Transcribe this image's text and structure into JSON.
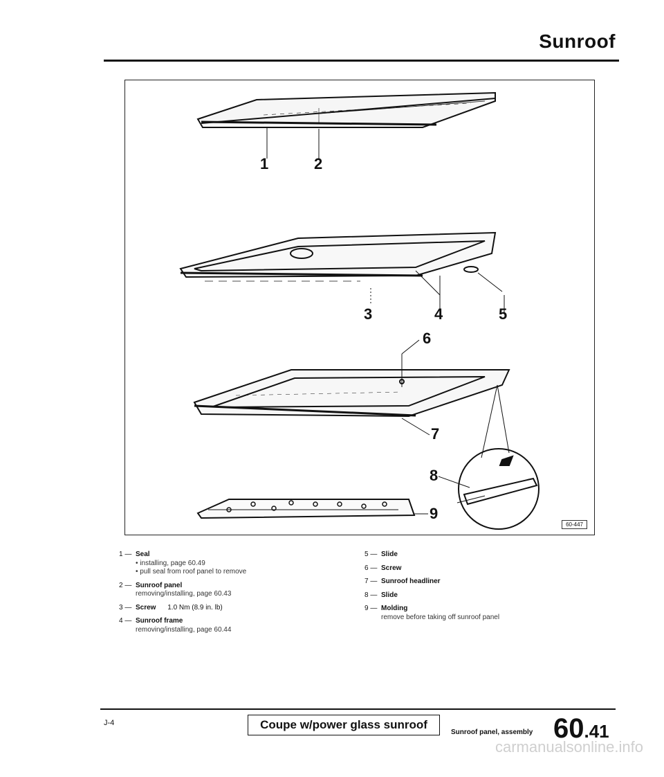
{
  "header": {
    "title": "Sunroof"
  },
  "figure": {
    "callouts": [
      "1",
      "2",
      "3",
      "4",
      "5",
      "6",
      "7",
      "8",
      "9"
    ],
    "figure_number": "60-447"
  },
  "legend": {
    "items": [
      {
        "num": "1 —",
        "label": "Seal",
        "lines": [
          "• installing, page 60.49",
          "• pull seal from roof panel to remove"
        ]
      },
      {
        "num": "2 —",
        "label": "Sunroof panel",
        "lines": [
          "removing/installing, page 60.43"
        ]
      },
      {
        "num": "3 —",
        "label": "Screw",
        "lines": [
          "1.0 Nm (8.9 in. lb)"
        ]
      },
      {
        "num": "4 —",
        "label": "Sunroof frame",
        "lines": [
          "removing/installing, page 60.44"
        ]
      },
      {
        "num": "5 —",
        "label": "Slide",
        "lines": []
      },
      {
        "num": "6 —",
        "label": "Screw",
        "lines": []
      },
      {
        "num": "7 —",
        "label": "Sunroof headliner",
        "lines": []
      },
      {
        "num": "8 —",
        "label": "Slide",
        "lines": []
      },
      {
        "num": "9 —",
        "label": "Molding",
        "lines": [
          "remove before taking off sunroof panel"
        ]
      }
    ]
  },
  "footer": {
    "page_code": "J-4",
    "model": "Coupe w/power glass sunroof",
    "section": "Sunroof panel, assembly",
    "page_major": "60",
    "page_minor": ".41"
  },
  "watermark": "carmanualsonline.info"
}
